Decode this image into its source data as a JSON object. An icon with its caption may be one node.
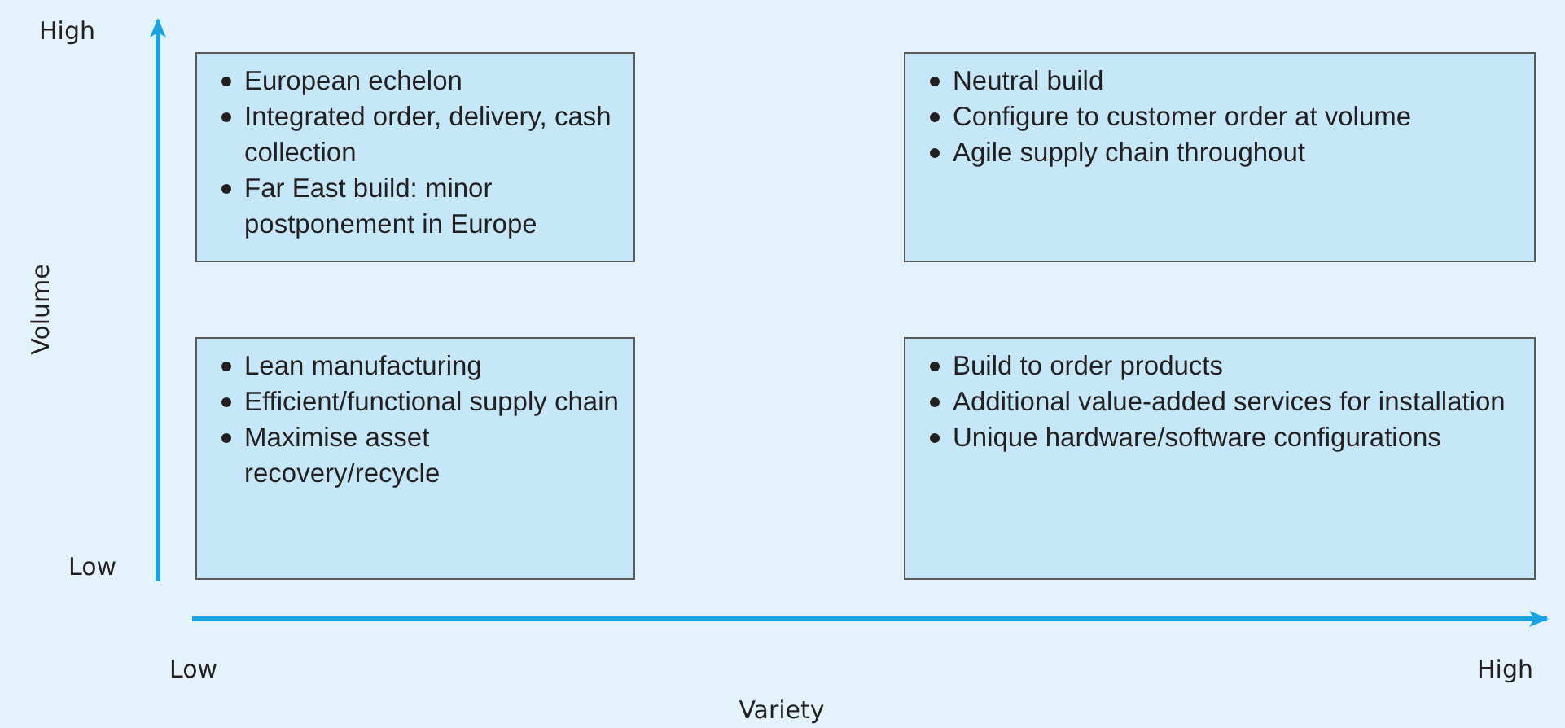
{
  "diagram": {
    "nodes": [
      {
        "text": [
          "European echelon",
          "Integrated order, delivery, cash collection",
          "Far East build: minor postponement in Europe"
        ]
      },
      {
        "text": [
          "Neutral build",
          "Configure to customer order at volume",
          "Agile supply chain throughout"
        ]
      },
      {
        "text": [
          "Lean manufacturing",
          "Efficient/functional supply chain",
          "Maximise asset recovery/recycle"
        ]
      },
      {
        "text": [
          "Build to order products",
          "Additional value-added services for installation",
          "Unique hardware/software configurations"
        ]
      }
    ],
    "labels": [
      "High",
      "Low",
      "Volume",
      "Low",
      "High",
      "Variety"
    ]
  }
}
